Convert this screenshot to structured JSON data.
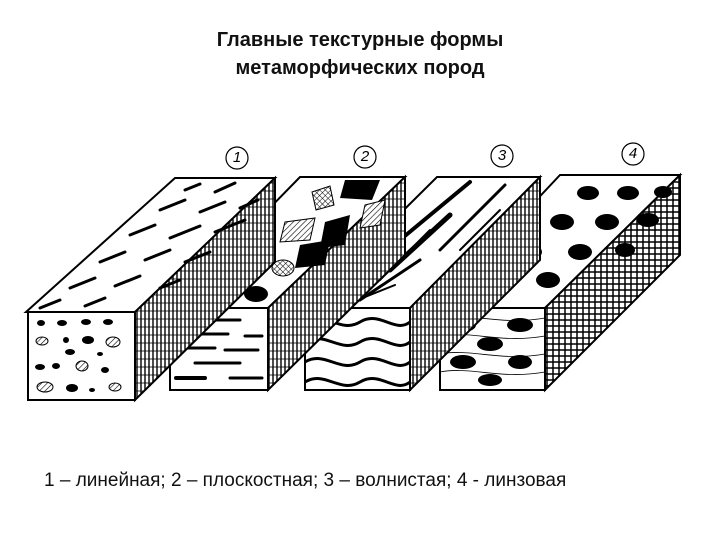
{
  "title": {
    "line1": "Главные текстурные формы",
    "line2": "метаморфических пород"
  },
  "blocks": [
    {
      "number": "1",
      "texture": "линейная"
    },
    {
      "number": "2",
      "texture": "плоскостная"
    },
    {
      "number": "3",
      "texture": "волнистая"
    },
    {
      "number": "4",
      "texture": "линзовая"
    }
  ],
  "caption": "1 – линейная; 2 – плоскостная; 3 – волнистая; 4 - линзовая"
}
